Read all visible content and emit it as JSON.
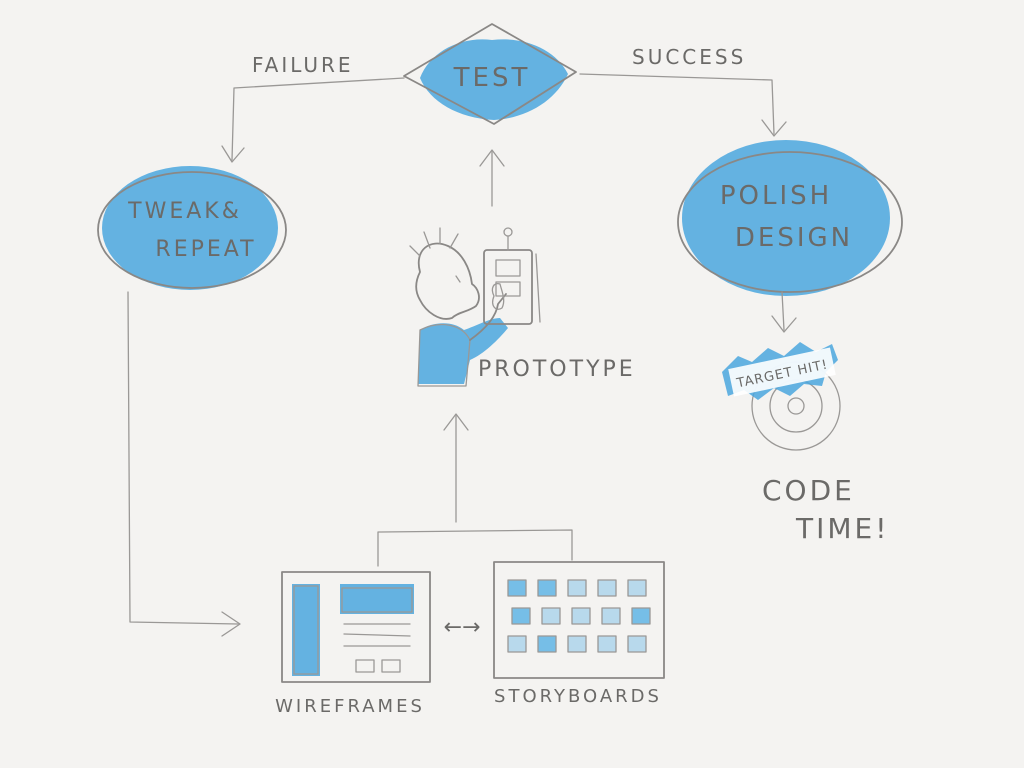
{
  "nodes": {
    "test": "TEST",
    "tweak_repeat_line1": "TWEAK&",
    "tweak_repeat_line2": "REPEAT",
    "polish_line1": "POLISH",
    "polish_line2": "DESIGN",
    "prototype": "PROTOTYPE",
    "wireframes": "WIREFRAMES",
    "storyboards": "STORYBOARDS",
    "target_badge": "TARGET HIT!",
    "code_line1": "CODE",
    "code_line2": "TIME!"
  },
  "edges": {
    "failure": "FAILURE",
    "success": "SUCCESS",
    "bidirectional": "←→"
  },
  "colors": {
    "paper": "#f4f3f1",
    "watercolor_blue": "#4aa6de",
    "pencil": "#8a8886"
  },
  "icons": [
    "person-with-device-icon",
    "target-icon"
  ]
}
